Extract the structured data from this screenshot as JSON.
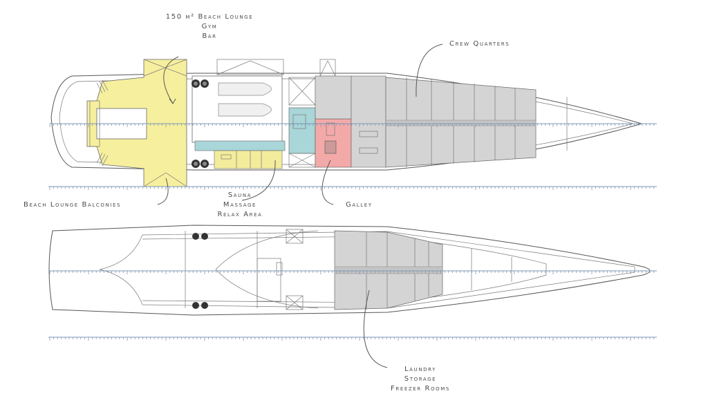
{
  "title": "Yacht deck plans",
  "colors": {
    "beach_lounge": "#f6ef9e",
    "spa": "#f3ec9c",
    "corridor": "#a9d6d8",
    "galley": "#f4a9a9",
    "crew": "#d4d4d4",
    "outline": "#555555",
    "scale_axis": "#7c97b4"
  },
  "upper_deck": {
    "labels": {
      "beach_lounge": [
        "150 m² Beach Lounge",
        "Gym",
        "Bar"
      ],
      "crew_quarters": "Crew Quarters",
      "balconies": "Beach Lounge Balconies",
      "spa": [
        "Sauna",
        "Massage",
        "Relax Area"
      ],
      "galley": "Galley"
    }
  },
  "lower_deck": {
    "labels": {
      "service": [
        "Laundry",
        "Storage",
        "Freezer Rooms"
      ]
    }
  }
}
